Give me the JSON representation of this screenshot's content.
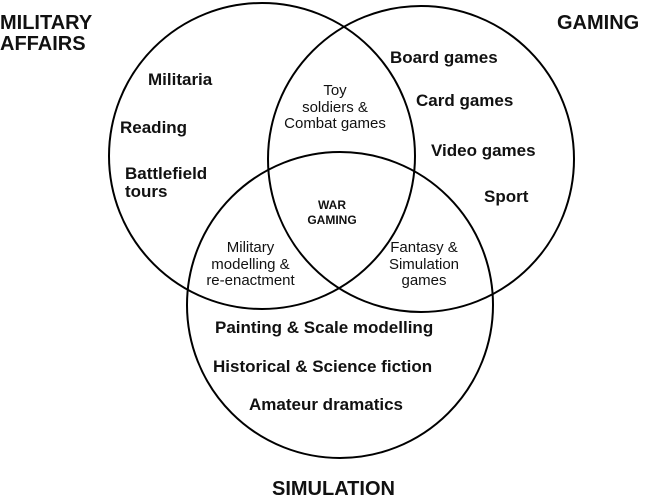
{
  "sets": {
    "military": {
      "title_line1": "MILITARY",
      "title_line2": "AFFAIRS",
      "items": [
        "Militaria",
        "Reading",
        "Battlefield",
        "tours"
      ]
    },
    "gaming": {
      "title": "GAMING",
      "items": [
        "Board games",
        "Card games",
        "Video games",
        "Sport"
      ]
    },
    "simulation": {
      "title": "SIMULATION",
      "items": [
        "Painting & Scale modelling",
        "Historical & Science fiction",
        "Amateur dramatics"
      ]
    }
  },
  "overlaps": {
    "military_gaming": [
      "Toy",
      "soldiers &",
      "Combat games"
    ],
    "military_simulation": [
      "Military",
      "modelling &",
      "re-enactment"
    ],
    "gaming_simulation": [
      "Fantasy &",
      "Simulation",
      "games"
    ],
    "center": [
      "WAR",
      "GAMING"
    ]
  },
  "style": {
    "line_color": "#000000",
    "background": "#ffffff"
  }
}
